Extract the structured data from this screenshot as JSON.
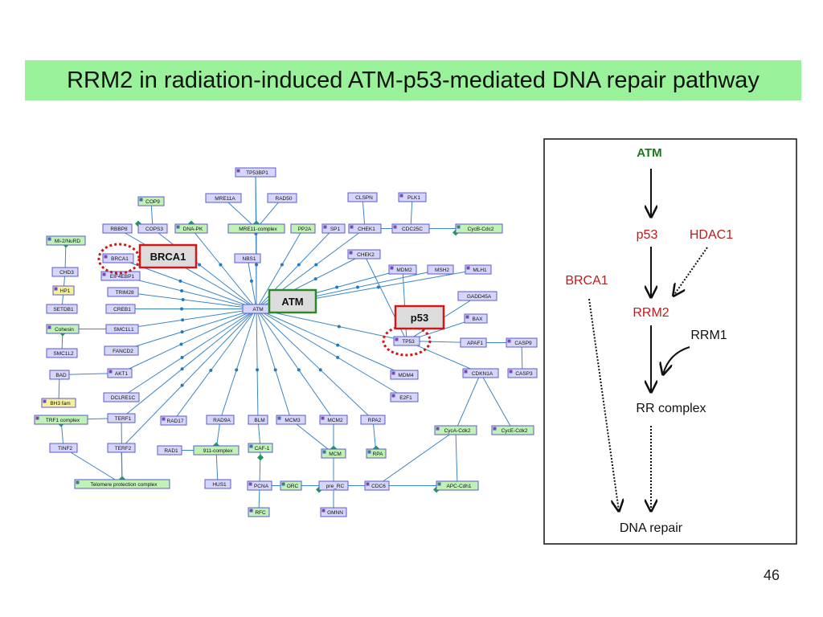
{
  "title": "RRM2 in radiation-induced ATM-p53-mediated DNA repair pathway",
  "slide_number": "46",
  "network": {
    "callouts": {
      "brca1": "BRCA1",
      "atm": "ATM",
      "p53": "p53"
    },
    "nodes": {
      "tp53bp1": "TP53BP1",
      "mre11a": "MRE11A",
      "rad50": "RAD50",
      "clspn": "CLSPN",
      "plk1": "PLK1",
      "cop9": "COP9",
      "rbbp8": "RBBP8",
      "cops3": "COPS3",
      "dnapk": "DNA-PK",
      "mre11complex": "MRE11-complex",
      "pp2a": "PP2A",
      "sp1": "SP1",
      "chek1": "CHEK1",
      "cdc25c": "CDC25C",
      "cycbcdc2": "CycB-Cdc2",
      "mi2nurd": "Mi-2/NuRD",
      "brca1": "BRCA1",
      "nbs1": "NBS1",
      "chek2": "CHEK2",
      "eif4ebp1": "EIF4EBP1",
      "mdm2": "MDM2",
      "msh2": "MSH2",
      "mlh1": "MLH1",
      "chd3": "CHD3",
      "trim28": "TRIM28",
      "gadd45a": "GADD45A",
      "hp1": "HP1",
      "setdb1": "SETDB1",
      "creb1": "CREB1",
      "atm": "ATM",
      "bax": "BAX",
      "cohesin": "Cohesin",
      "smc1l1": "SMC1L1",
      "tp53": "TP53",
      "apaf1": "APAF1",
      "casp9": "CASP9",
      "smc1l2": "SMC1L2",
      "fancd2": "FANCD2",
      "bad": "BAD",
      "akt1": "AKT1",
      "mdm4": "MDM4",
      "cdkn1a": "CDKN1A",
      "casp3": "CASP3",
      "bh3fam": "BH3 fam",
      "dclre1c": "DCLRE1C",
      "e2f1": "E2F1",
      "trf1complex": "TRF1 complex",
      "terf1": "TERF1",
      "rad17": "RAD17",
      "rad9a": "RAD9A",
      "blm": "BLM",
      "mcm3": "MCM3",
      "mcm2": "MCM2",
      "rpa2": "RPA2",
      "cycacdk2": "CycA-Cdk2",
      "cycecdk2": "CycE-Cdk2",
      "tinf2": "TINF2",
      "terf2": "TERF2",
      "rad1": "RAD1",
      "complex911": "911-complex",
      "caf1": "CAF-1",
      "mcm": "MCM",
      "rpa": "RPA",
      "telomere": "Telomere protection complex",
      "hus1": "HUS1",
      "pcna": "PCNA",
      "orc": "ORC",
      "prerc": "pre_RC",
      "cdc6": "CDC6",
      "apccdh1": "APC-Cdh1",
      "rfc": "RFC",
      "gmnn": "GMNN"
    }
  },
  "pathway": {
    "atm": "ATM",
    "p53": "p53",
    "hdac1": "HDAC1",
    "brca1": "BRCA1",
    "rrm2": "RRM2",
    "rrm1": "RRM1",
    "rr_complex": "RR complex",
    "dna_repair": "DNA repair"
  },
  "colors": {
    "title_bg": "#99f299",
    "node_purple": "#d6d6fb",
    "node_green": "#bff2b4",
    "node_yellow": "#f6f09a",
    "edge_blue": "#3b86c6",
    "complex_green": "#1f9a57",
    "callout_red": "#d01818",
    "atm_green": "#1a7a1a",
    "pathway_red": "#c41818"
  }
}
